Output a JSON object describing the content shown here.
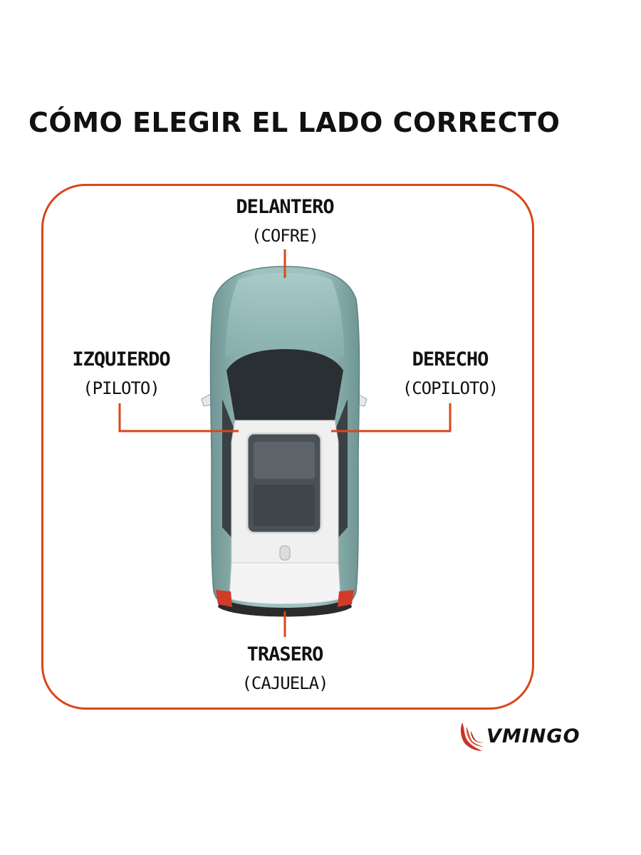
{
  "title": "CÓMO ELEGIR EL LADO CORRECTO",
  "labels": {
    "front": {
      "main": "DELANTERO",
      "sub": "(COFRE)"
    },
    "left": {
      "main": "IZQUIERDO",
      "sub": "(PILOTO)"
    },
    "right": {
      "main": "DERECHO",
      "sub": "(COPILOTO)"
    },
    "rear": {
      "main": "TRASERO",
      "sub": "(CAJUELA)"
    }
  },
  "logo": {
    "text": "VMINGO",
    "icon": "wing-icon"
  },
  "colors": {
    "accent": "#d9461a",
    "car_body": "#8fb5b3",
    "roof": "#eeeeee",
    "glass": "#2a2f33",
    "text": "#111111"
  }
}
